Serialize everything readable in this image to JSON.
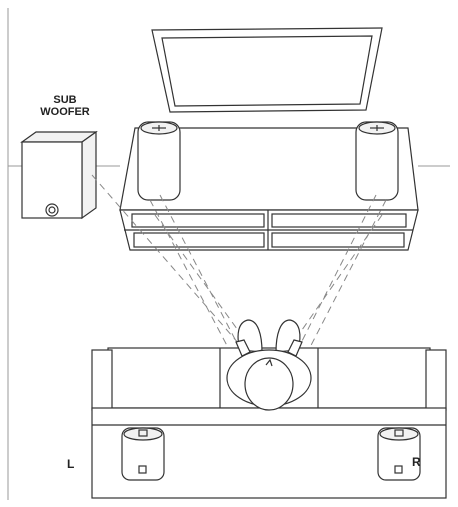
{
  "subwoofer": {
    "line1": "SUB",
    "line2": "WOOFER"
  },
  "rear_left": {
    "label": "L"
  },
  "rear_right": {
    "label": "R"
  },
  "colors": {
    "stroke": "#333333",
    "wall": "#999999",
    "fill": "#ffffff",
    "speaker_fill": "#f2f2f2",
    "dash": "#888888"
  }
}
